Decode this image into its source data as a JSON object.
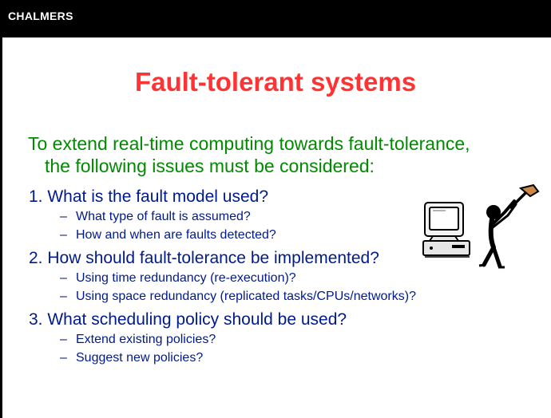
{
  "header": {
    "brand": "CHALMERS"
  },
  "slide": {
    "title": "Fault-tolerant systems",
    "intro_line1": "To extend real-time computing towards fault-tolerance,",
    "intro_line2": "the following issues must be considered:",
    "items": [
      {
        "label": "1. What is the fault model used?",
        "subs": [
          "What type of fault is assumed?",
          "How and when are faults detected?"
        ]
      },
      {
        "label": "2. How should fault-tolerance be implemented?",
        "subs": [
          "Using time redundancy (re-execution)?",
          "Using space redundancy (replicated tasks/CPUs/networks)?"
        ]
      },
      {
        "label": "3. What scheduling policy should be used?",
        "subs": [
          "Extend existing policies?",
          "Suggest new policies?"
        ]
      }
    ],
    "dash": "–"
  },
  "colors": {
    "title": "#ff3333",
    "intro": "#008a00",
    "list": "#001a8c",
    "header": "#000000"
  },
  "icons": {
    "clipart": "person-hammering-computer-icon"
  }
}
